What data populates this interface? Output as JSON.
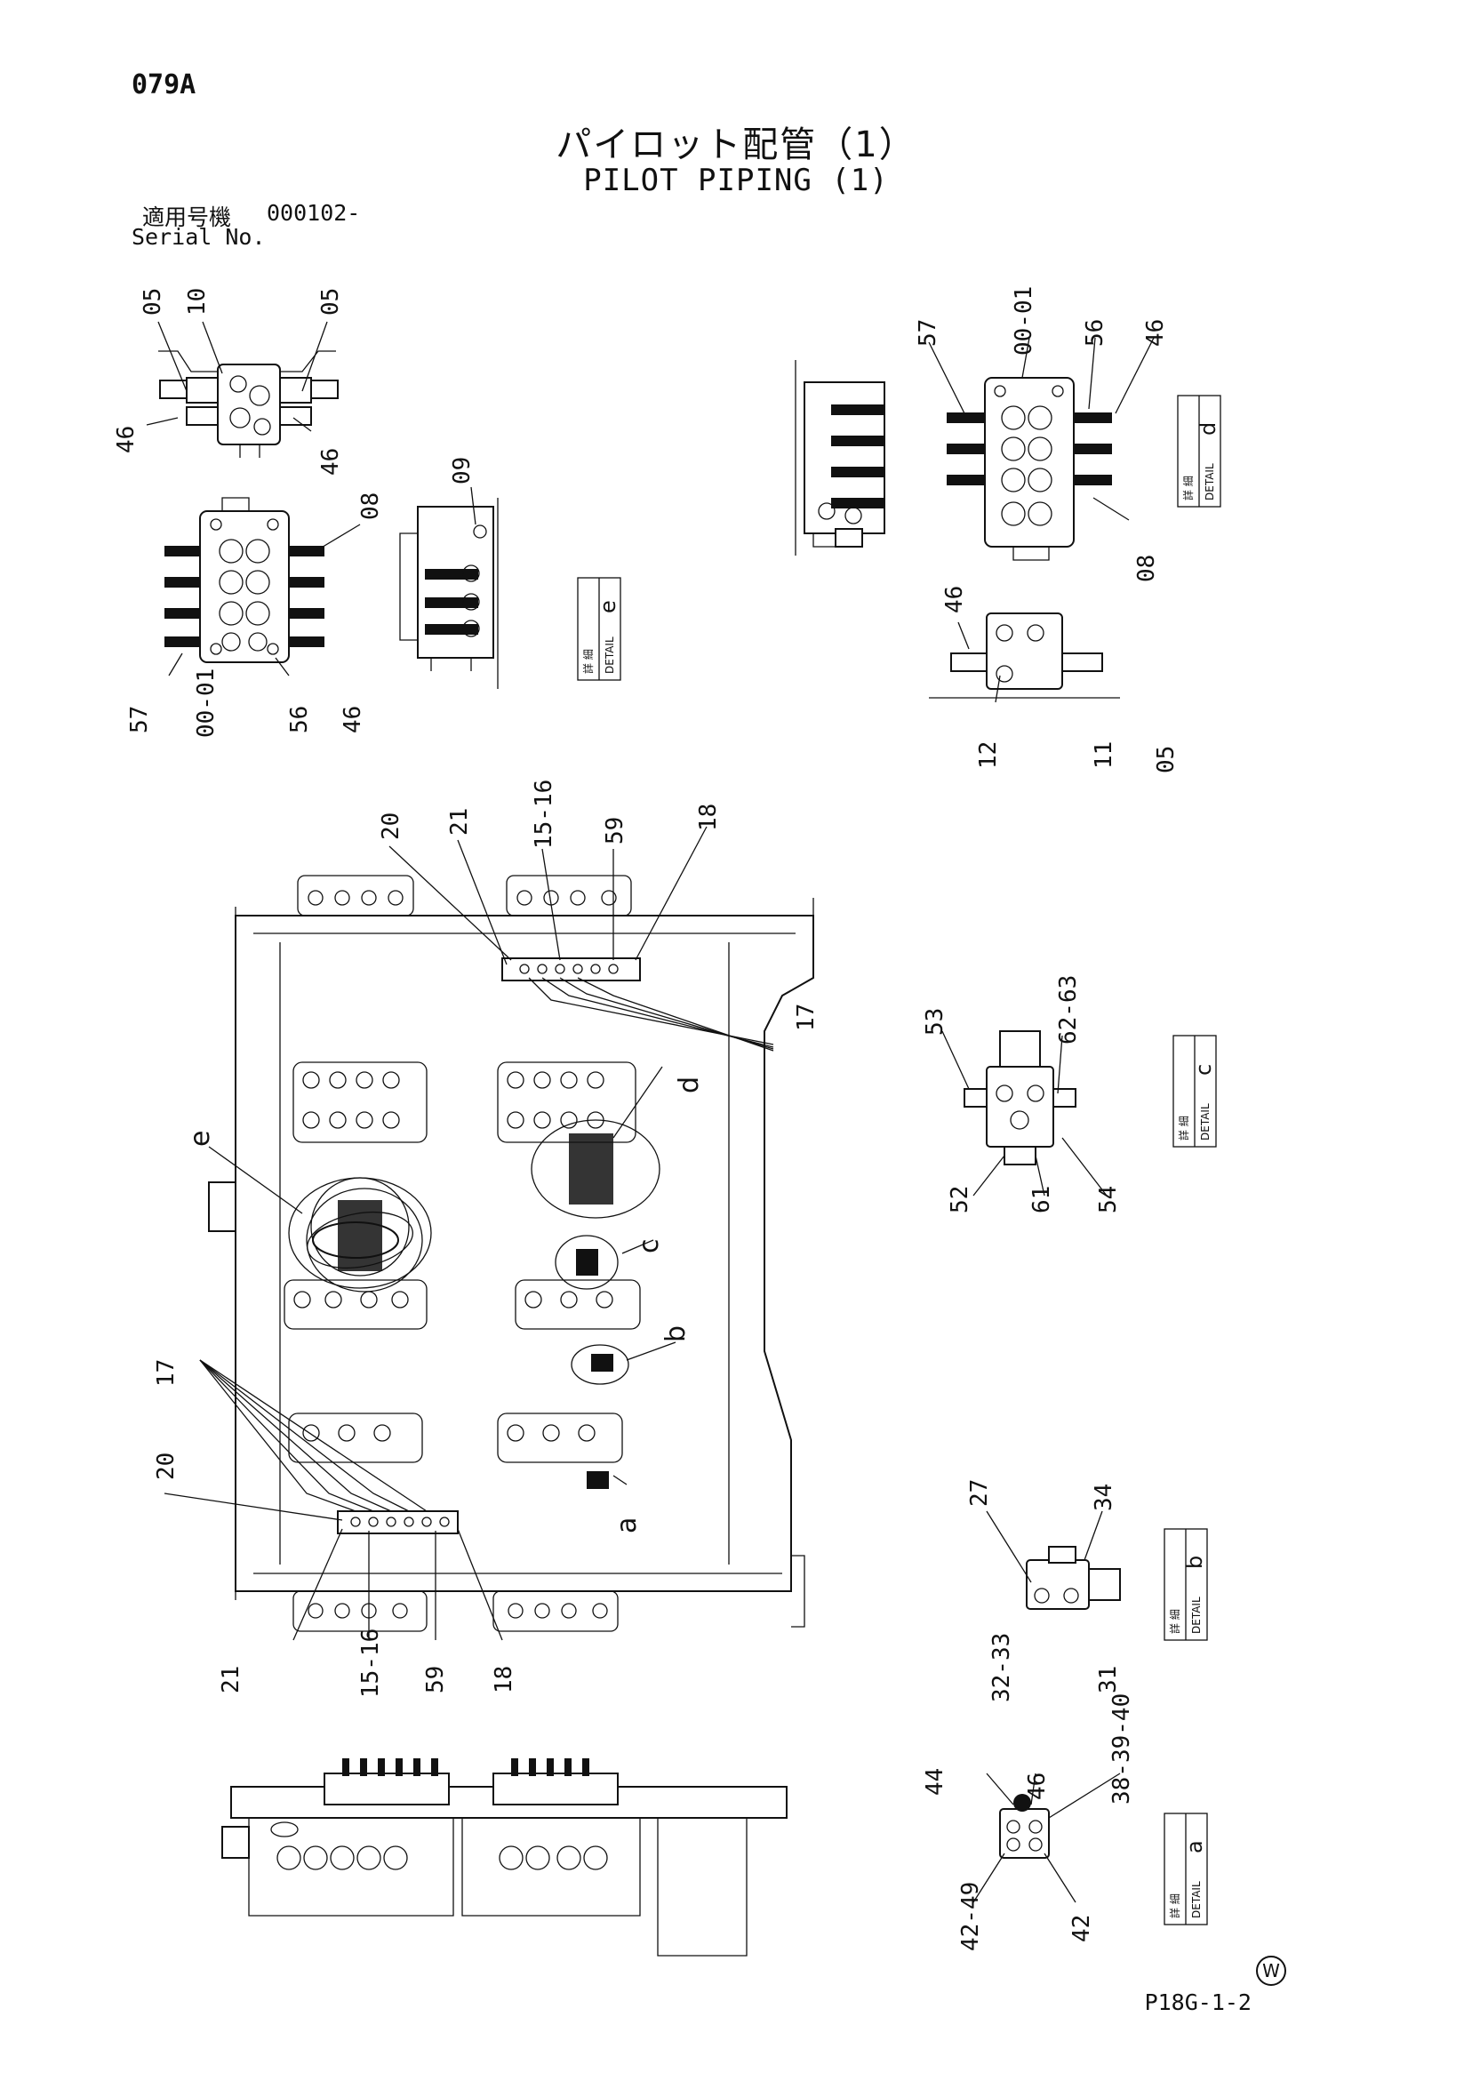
{
  "header": {
    "page_code": "079A",
    "title_jp": "パイロット配管（1）",
    "title_en": "PILOT PIPING (1)",
    "serial_label_jp": "適用号機",
    "serial_number": "000102-",
    "serial_label_en": "Serial No."
  },
  "footer": {
    "page_number": "P18G-1-2",
    "symbol": "W"
  },
  "details": {
    "detail_word": "DETAIL",
    "detail_word_jp": "詳 細",
    "a": "a",
    "b": "b",
    "c": "c",
    "d": "d",
    "e": "e"
  },
  "part_labels": {
    "e_top_left": [
      "05",
      "10",
      "05",
      "46",
      "46"
    ],
    "e_valve": [
      "08",
      "57",
      "00-01",
      "56",
      "46"
    ],
    "e_side": [
      "09"
    ],
    "d_valve": [
      "57",
      "00-01",
      "56",
      "46",
      "08"
    ],
    "d_lower": [
      "46",
      "12",
      "11",
      "05"
    ],
    "main_top": [
      "20",
      "21",
      "15-16",
      "59",
      "18",
      "17"
    ],
    "main_bottom": [
      "17",
      "20",
      "21",
      "15-16",
      "59",
      "18"
    ],
    "c": [
      "53",
      "62-63",
      "52",
      "61",
      "54"
    ],
    "b": [
      "27",
      "34",
      "32-33",
      "31"
    ],
    "a": [
      "44",
      "46",
      "38-39-40",
      "42-49",
      "42"
    ]
  }
}
